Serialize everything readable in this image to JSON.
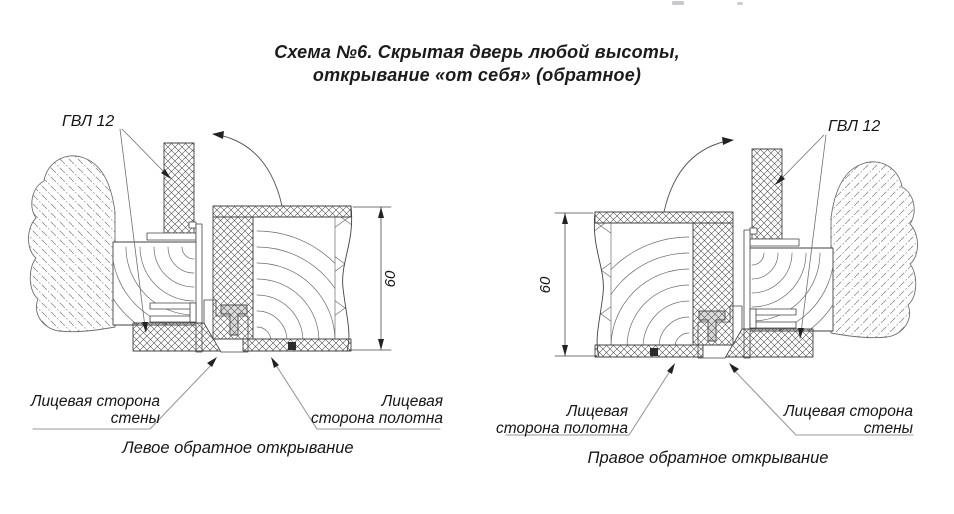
{
  "title": {
    "line1": "Схема №6. Скрытая дверь любой высоты,",
    "line2": "открывание «от себя» (обратное)"
  },
  "left_diagram": {
    "gvl_label": "ГВЛ 12",
    "dimension_value": "60",
    "wall_face_label": {
      "line1": "Лицевая сторона",
      "line2": "стены"
    },
    "leaf_face_label": {
      "line1": "Лицевая",
      "line2": "сторона полотна"
    },
    "caption": "Левое обратное открывание"
  },
  "right_diagram": {
    "gvl_label": "ГВЛ 12",
    "dimension_value": "60",
    "leaf_face_label": {
      "line1": "Лицевая",
      "line2": "сторона полотна"
    },
    "wall_face_label": {
      "line1": "Лицевая сторона",
      "line2": "стены"
    },
    "caption": "Правое обратное открывание"
  },
  "colors": {
    "background": "#ffffff",
    "line": "#3d3d3d",
    "hatch": "#8a8a8a",
    "text": "#161616"
  }
}
